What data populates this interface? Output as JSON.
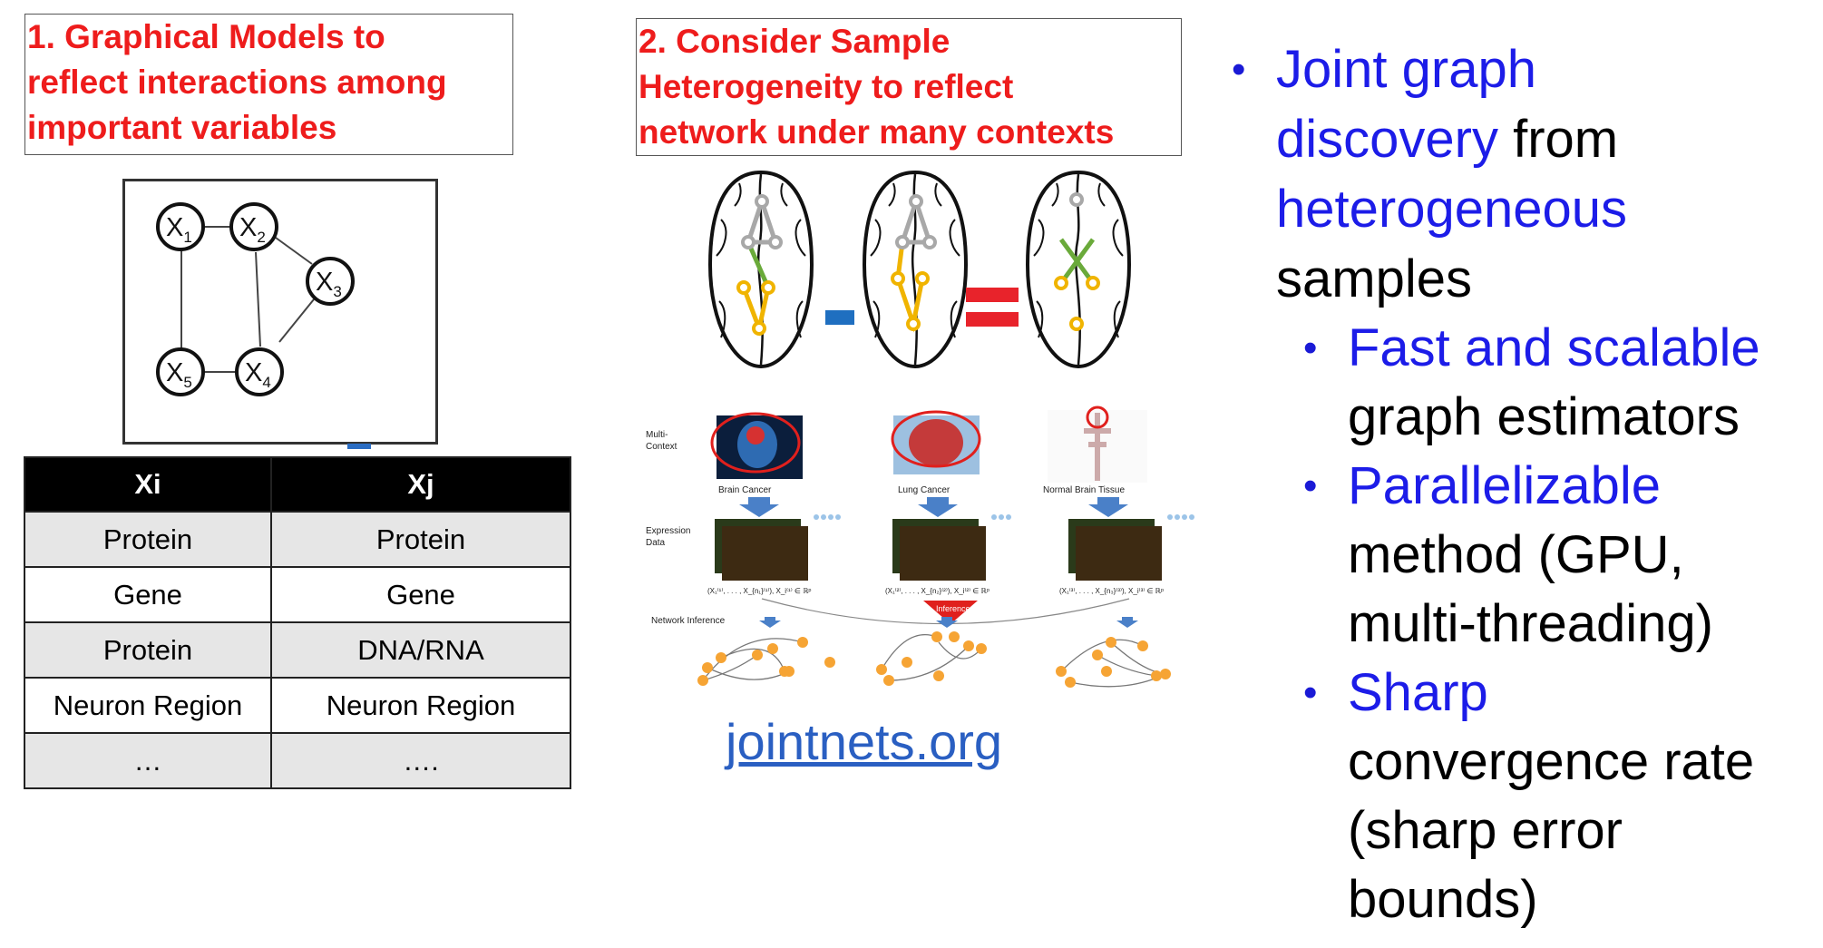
{
  "box1": {
    "text": "1. Graphical Models to\nreflect interactions among\nimportant variables"
  },
  "box2": {
    "text": "2. Consider Sample\nHeterogeneity to reflect\nnetwork under many contexts"
  },
  "graph": {
    "nodes": [
      {
        "id": "x1",
        "main": "X",
        "sub": "1"
      },
      {
        "id": "x2",
        "main": "X",
        "sub": "2"
      },
      {
        "id": "x3",
        "main": "X",
        "sub": "3"
      },
      {
        "id": "x4",
        "main": "X",
        "sub": "4"
      },
      {
        "id": "x5",
        "main": "X",
        "sub": "5"
      }
    ]
  },
  "table": {
    "headers": [
      "Xi",
      "Xj"
    ],
    "rows": [
      [
        "Protein",
        "Protein"
      ],
      [
        "Gene",
        "Gene"
      ],
      [
        "Protein",
        "DNA/RNA"
      ],
      [
        "Neuron Region",
        "Neuron Region"
      ],
      [
        "…",
        "…."
      ]
    ]
  },
  "figure": {
    "multi_context": "Multi-\nContext",
    "expression_data": "Expression\nData",
    "network_inference": "Network Inference",
    "inference": "Inference",
    "contexts": [
      "Brain Cancer",
      "Lung Cancer",
      "Normal Brain Tissue"
    ],
    "formulas": [
      "(X₁⁽¹⁾, . . . , X_{n₁}⁽¹⁾), X_i⁽¹⁾ ∈ ℝᵖ",
      "(X₁⁽²⁾, . . . , X_{n₂}⁽²⁾), X_i⁽²⁾ ∈ ℝᵖ",
      "(X₁⁽³⁾, . . . , X_{n₃}⁽³⁾), X_i⁽³⁾ ∈ ℝᵖ"
    ]
  },
  "link": {
    "text": "jointnets.org"
  },
  "bullets": {
    "main_l1": "Joint graph",
    "main_l2a": "discovery",
    "main_l2b": " from",
    "main_l3": "heterogeneous",
    "main_l4": "samples",
    "s1_blue": "Fast and scalable",
    "s1_rest": "graph estimators",
    "s2_blue": "Parallelizable",
    "s2_rest1": "method (GPU,",
    "s2_rest2": "multi-threading)",
    "s3_blue": "Sharp",
    "s3_rest1": "convergence rate",
    "s3_rest2": "(sharp error",
    "s3_rest3": "bounds)",
    "dot": "•"
  },
  "colors": {
    "red": "#ee1c1c",
    "blue": "#1c1ce8",
    "link": "#2a5fc2",
    "gray_edge": "#a8a8a8",
    "green_edge": "#6aaa3a",
    "yellow_edge": "#f0b400",
    "orange_node": "#f6a434"
  }
}
